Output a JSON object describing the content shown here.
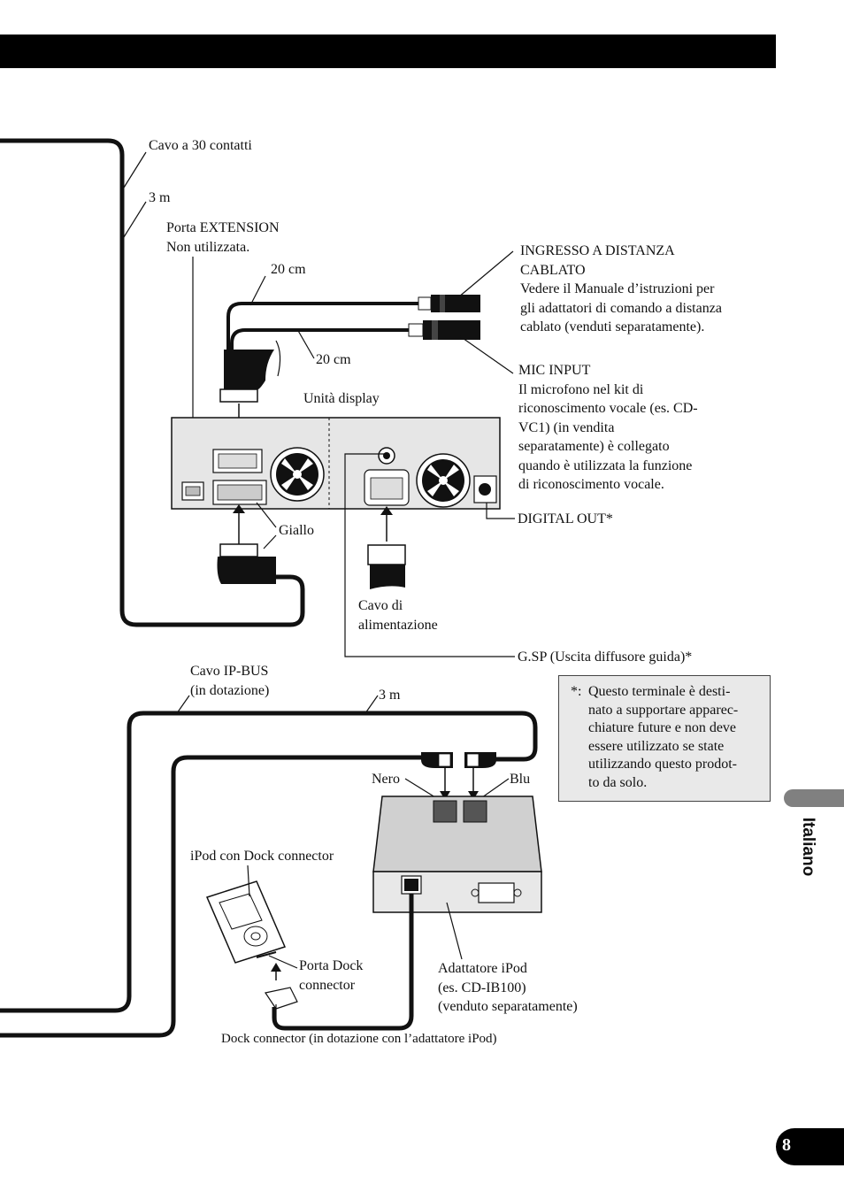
{
  "labels": {
    "cable30": "Cavo a 30 contatti",
    "len3m_top": "3 m",
    "ext_port": "Porta EXTENSION",
    "ext_unused": "Non utilizzata.",
    "len20_a": "20 cm",
    "len20_b": "20 cm",
    "wired_remote": "INGRESSO A DISTANZA\nCABLATO\nVedere il Manuale d’istruzioni per\ngli adattatori di comando a distanza\ncablato (venduti separatamente).",
    "mic_input": "MIC INPUT\nIl microfono nel kit di\nriconoscimento vocale (es. CD-\nVC1) (in vendita\nseparatamente) è collegato\nquando è utilizzata la funzione\ndi riconoscimento vocale.",
    "display_unit": "Unità display",
    "digital_out": "DIGITAL OUT*",
    "yellow": "Giallo",
    "power_cable": "Cavo di\nalimentazione",
    "gsp": "G.SP (Uscita diffusore guida)*",
    "ipbus_cable": "Cavo IP-BUS\n(in dotazione)",
    "len3m_bottom": "3 m",
    "black": "Nero",
    "blue": "Blu",
    "ipod_dock": "iPod con Dock connector",
    "dock_port": "Porta Dock\nconnector",
    "ipod_adapter": "Adattatore iPod\n(es. CD-IB100)\n(venduto separatamente)",
    "dock_connector": "Dock connector (in dotazione con l’adattatore iPod)"
  },
  "note": {
    "star": "*:",
    "text": "Questo terminale è desti-\nnato a supportare apparec-\nchiature future e non deve\nessere utilizzato se state\nutilizzando questo prodot-\nto da solo."
  },
  "side_tab": {
    "language": "Italiano"
  },
  "page": {
    "number": "8"
  }
}
